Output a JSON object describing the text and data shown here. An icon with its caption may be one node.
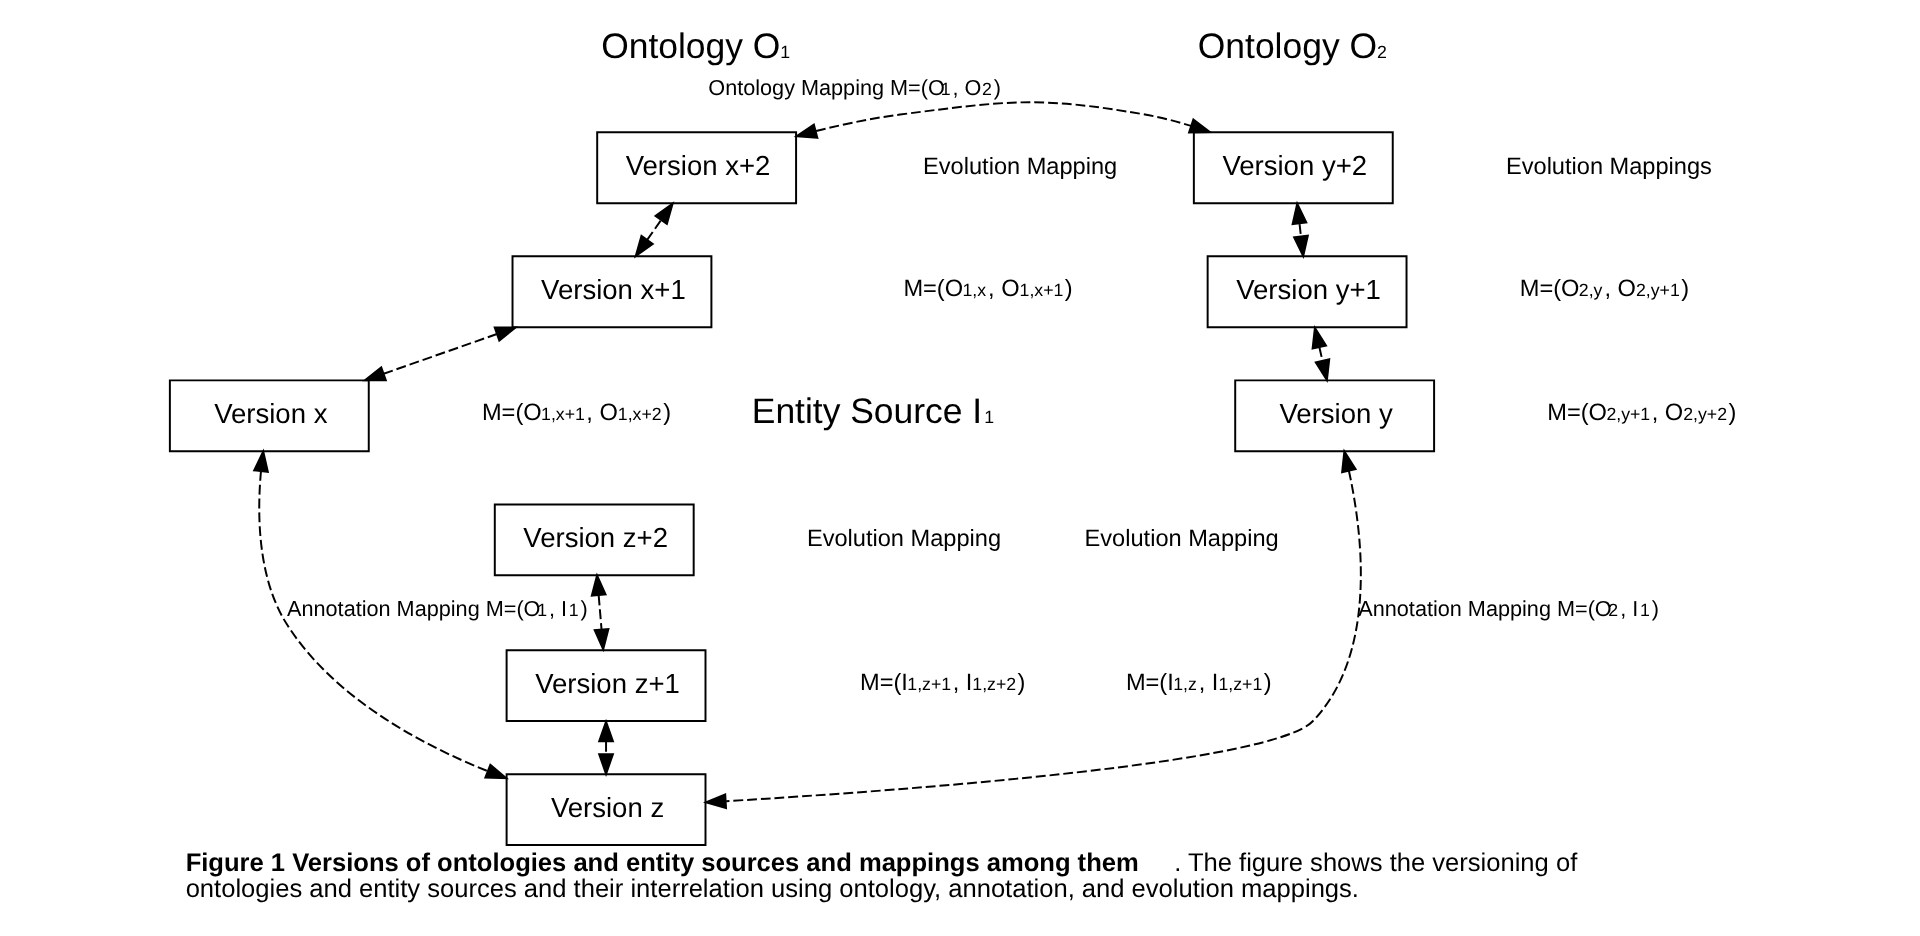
{
  "diagram": {
    "caption": "**Figure 1 Versions of ontologies and entity sources and mappings among them**. The figure shows the versioning of ontologies and entity sources and their interrelation using ontology, annotation, and evolution mappings.",
    "nodes": [
      {
        "text": [
          "Version x+2"
        ]
      },
      {
        "text": [
          "Version x+1"
        ]
      },
      {
        "text": [
          "Version x"
        ]
      },
      {
        "text": [
          "Version y+2"
        ]
      },
      {
        "text": [
          "Version y+1"
        ]
      },
      {
        "text": [
          "Version y"
        ]
      },
      {
        "text": [
          "Version z+2"
        ]
      },
      {
        "text": [
          "Version z+1"
        ]
      },
      {
        "text": [
          "Version z"
        ]
      }
    ],
    "edges": [
      {
        "from": 0,
        "to": 1,
        "arrow": "both",
        "style": "dashed"
      },
      {
        "from": 1,
        "to": 2,
        "arrow": "both",
        "style": "dashed"
      },
      {
        "from": 0,
        "to": 3,
        "arrow": "both",
        "style": "dashed",
        "label": "Ontology Mapping M=(O$_{1}$, O$_{2}$)"
      },
      {
        "from": 3,
        "to": 4,
        "arrow": "both",
        "style": "dashed"
      },
      {
        "from": 4,
        "to": 5,
        "arrow": "both",
        "style": "dashed"
      },
      {
        "from": 6,
        "to": 7,
        "arrow": "both",
        "style": "dashed"
      },
      {
        "from": 7,
        "to": 8,
        "arrow": "both",
        "style": "dashed"
      },
      {
        "from": 2,
        "to": 8,
        "arrow": "both",
        "style": "dashed",
        "label": "Annotation Mapping M=(O$_{1}$, I$_{1}$)"
      },
      {
        "from": 5,
        "to": 8,
        "arrow": "both",
        "style": "dashed",
        "label": "Annotation Mapping M=(O$_{2}$, I$_{1}$)"
      }
    ],
    "labels": [
      "Ontology O$_{1}$",
      "Ontology O$_{2}$",
      "Evolution Mapping",
      "M=(O$_{1,x}$, O$_{1,x+1}$)",
      "M=(O$_{1,x+1}$, O$_{1,x+2}$)",
      "Evolution Mappings",
      "M=(O$_{2,y}$, O$_{2,y+1}$)",
      "M=(O$_{2,y+1}$, O$_{2,y+2}$)",
      "Entity Source I$_{1}$",
      "Evolution Mapping",
      "M=(I$_{1,z+1}$, I$_{1,z+2}$)",
      "Evolution Mapping",
      "M=(I$_{1,z}$, I$_{1,z+1}$)"
    ]
  }
}
